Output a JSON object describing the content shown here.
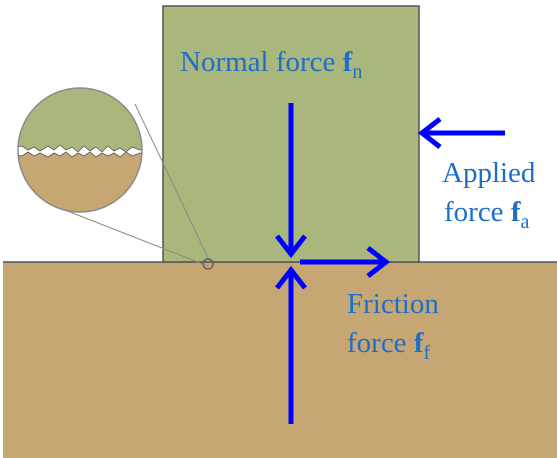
{
  "colors": {
    "block": "#a9b77c",
    "ground": "#c6a773",
    "arrow": "#0000ff",
    "text": "#1e6ec8",
    "outline": "#555555",
    "lens_border": "#8a8a8a"
  },
  "labels": {
    "normal": {
      "text": "Normal force ",
      "symbol": "f",
      "subscript": "n"
    },
    "applied": {
      "line1": "Applied",
      "line2_text": "force ",
      "symbol": "f",
      "subscript": "a"
    },
    "friction": {
      "line1": "Friction",
      "line2_text": "force ",
      "symbol": "f",
      "subscript": "f"
    }
  }
}
